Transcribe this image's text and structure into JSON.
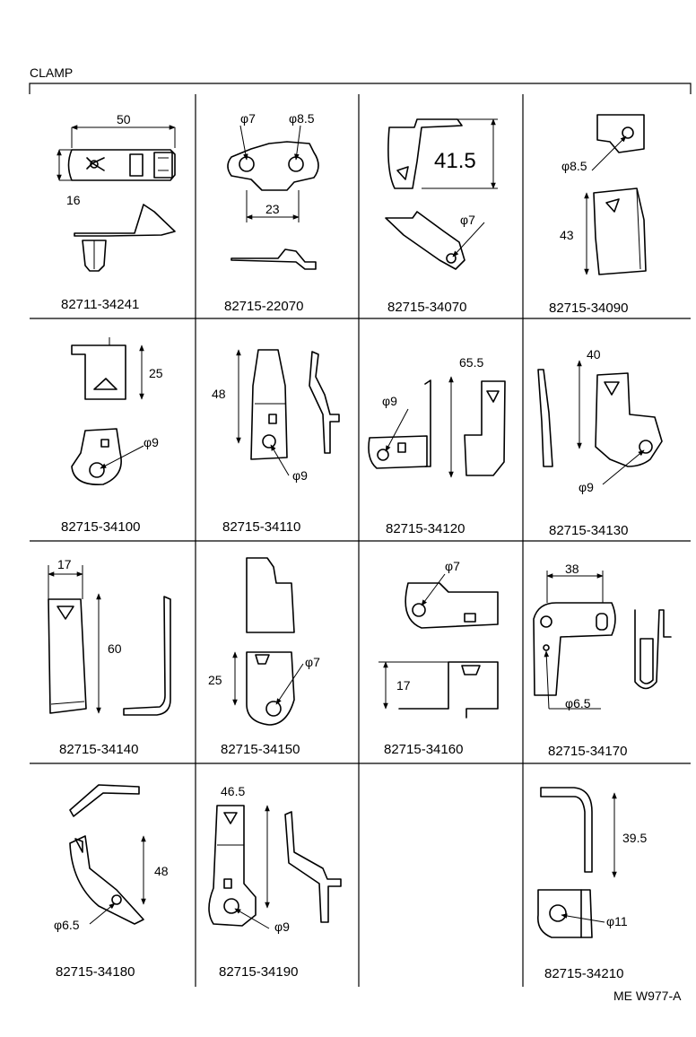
{
  "title": "CLAMP",
  "footer_code": "ME W977-A",
  "cells": [
    {
      "part_no": "82711-34241",
      "dims": [
        "50",
        "16"
      ]
    },
    {
      "part_no": "82715-22070",
      "dims": [
        "φ7",
        "φ8.5",
        "23"
      ]
    },
    {
      "part_no": "82715-34070",
      "dims": [
        "41.5",
        "φ7"
      ]
    },
    {
      "part_no": "82715-34090",
      "dims": [
        "φ8.5",
        "43"
      ]
    },
    {
      "part_no": "82715-34100",
      "dims": [
        "25",
        "φ9"
      ]
    },
    {
      "part_no": "82715-34110",
      "dims": [
        "48",
        "φ9"
      ]
    },
    {
      "part_no": "82715-34120",
      "dims": [
        "65.5",
        "φ9"
      ]
    },
    {
      "part_no": "82715-34130",
      "dims": [
        "40",
        "φ9"
      ]
    },
    {
      "part_no": "82715-34140",
      "dims": [
        "17",
        "60"
      ]
    },
    {
      "part_no": "82715-34150",
      "dims": [
        "25",
        "φ7"
      ]
    },
    {
      "part_no": "82715-34160",
      "dims": [
        "φ7",
        "17"
      ]
    },
    {
      "part_no": "82715-34170",
      "dims": [
        "38",
        "φ6.5"
      ]
    },
    {
      "part_no": "82715-34180",
      "dims": [
        "48",
        "φ6.5"
      ]
    },
    {
      "part_no": "82715-34190",
      "dims": [
        "46.5",
        "φ9"
      ]
    },
    {
      "part_no": "",
      "dims": []
    },
    {
      "part_no": "82715-34210",
      "dims": [
        "39.5",
        "φ11"
      ]
    }
  ]
}
